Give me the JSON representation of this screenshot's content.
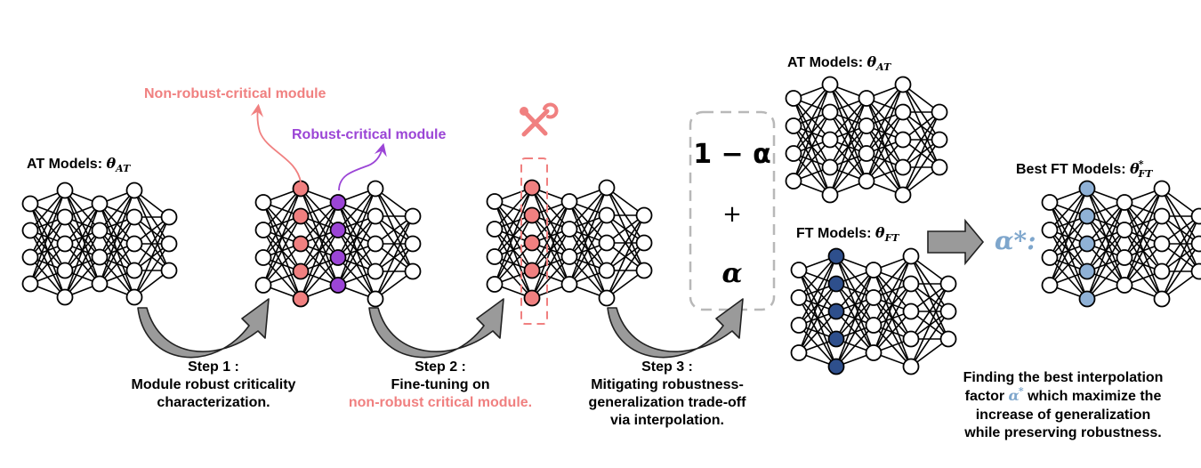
{
  "colors": {
    "non_robust": "#f08080",
    "robust": "#9b45d6",
    "ft_node": "#2e4f8c",
    "best_node": "#8fb1d6",
    "alpha_star": "#7ea6cc",
    "arrow_fill": "#9a9a9a",
    "tool_red": "#f08080"
  },
  "labels": {
    "at_models_prefix": "AT Models: ",
    "at_models_sub": "AT",
    "non_robust_critical": "Non-robust-critical module",
    "robust_critical": "Robust-critical module",
    "ft_models_prefix": "FT Models: ",
    "ft_models_sub": "FT",
    "best_ft_prefix": "Best FT Models: ",
    "best_ft_sub": "FT",
    "theta": "θ",
    "star": "*"
  },
  "combination": {
    "top": "1 − α",
    "plus": "+",
    "bottom": "α"
  },
  "alpha_star_label": "α*:",
  "steps": [
    {
      "line1": "Step 1 :",
      "line2": "Module robust criticality",
      "line3": "characterization."
    },
    {
      "line1": "Step 2 :",
      "line2": "Fine-tuning on",
      "line3": "non-robust critical module."
    },
    {
      "line1": "Step 3 :",
      "line2": "Mitigating robustness-",
      "line3": "generalization trade-off",
      "line4": "via interpolation."
    }
  ],
  "final_caption": {
    "line1": "Finding the best interpolation",
    "line2_pre": "factor ",
    "line2_alpha": "α",
    "line2_star": "*",
    "line2_post": " which maximize the",
    "line3": "increase of generalization",
    "line4": "while preserving robustness."
  },
  "icons": [
    "tools-cross-icon"
  ]
}
